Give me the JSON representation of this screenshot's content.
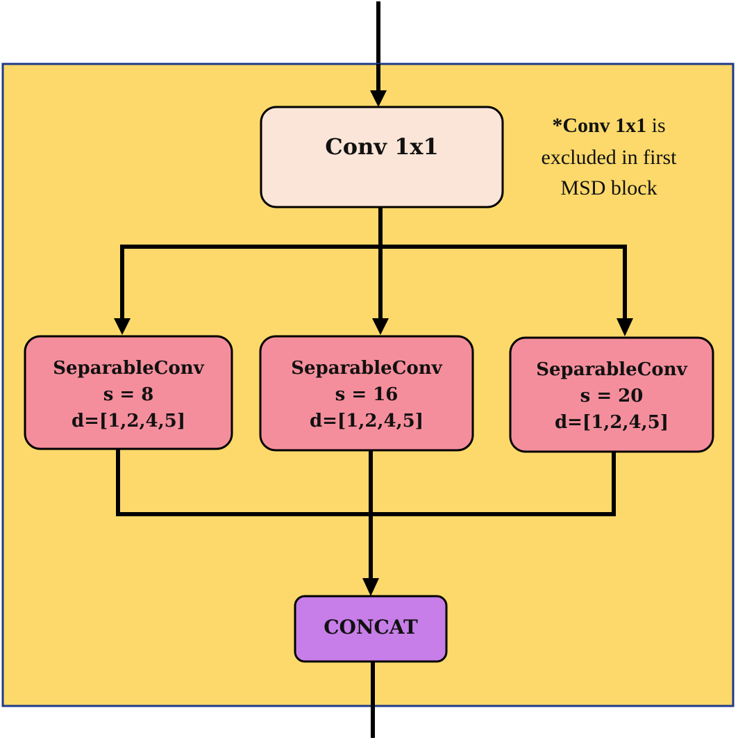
{
  "diagram": {
    "conv1x1": {
      "label": "Conv 1x1"
    },
    "note": {
      "bold": "*Conv 1x1",
      "line1_rest": " is",
      "line2": "excluded in first",
      "line3": "MSD block"
    },
    "branches": [
      {
        "title": "SeparableConv",
        "s": "s = 8",
        "d": "d=[1,2,4,5]"
      },
      {
        "title": "SeparableConv",
        "s": "s = 16",
        "d": "d=[1,2,4,5]"
      },
      {
        "title": "SeparableConv",
        "s": "s = 20",
        "d": "d=[1,2,4,5]"
      }
    ],
    "concat": {
      "label": "CONCAT"
    },
    "colors": {
      "container_fill": "#fcd96a",
      "container_border": "#1f3a8a",
      "conv_fill": "#fbe5d8",
      "branch_fill": "#f58e9c",
      "concat_fill": "#c77ee8",
      "line": "#000000"
    }
  }
}
